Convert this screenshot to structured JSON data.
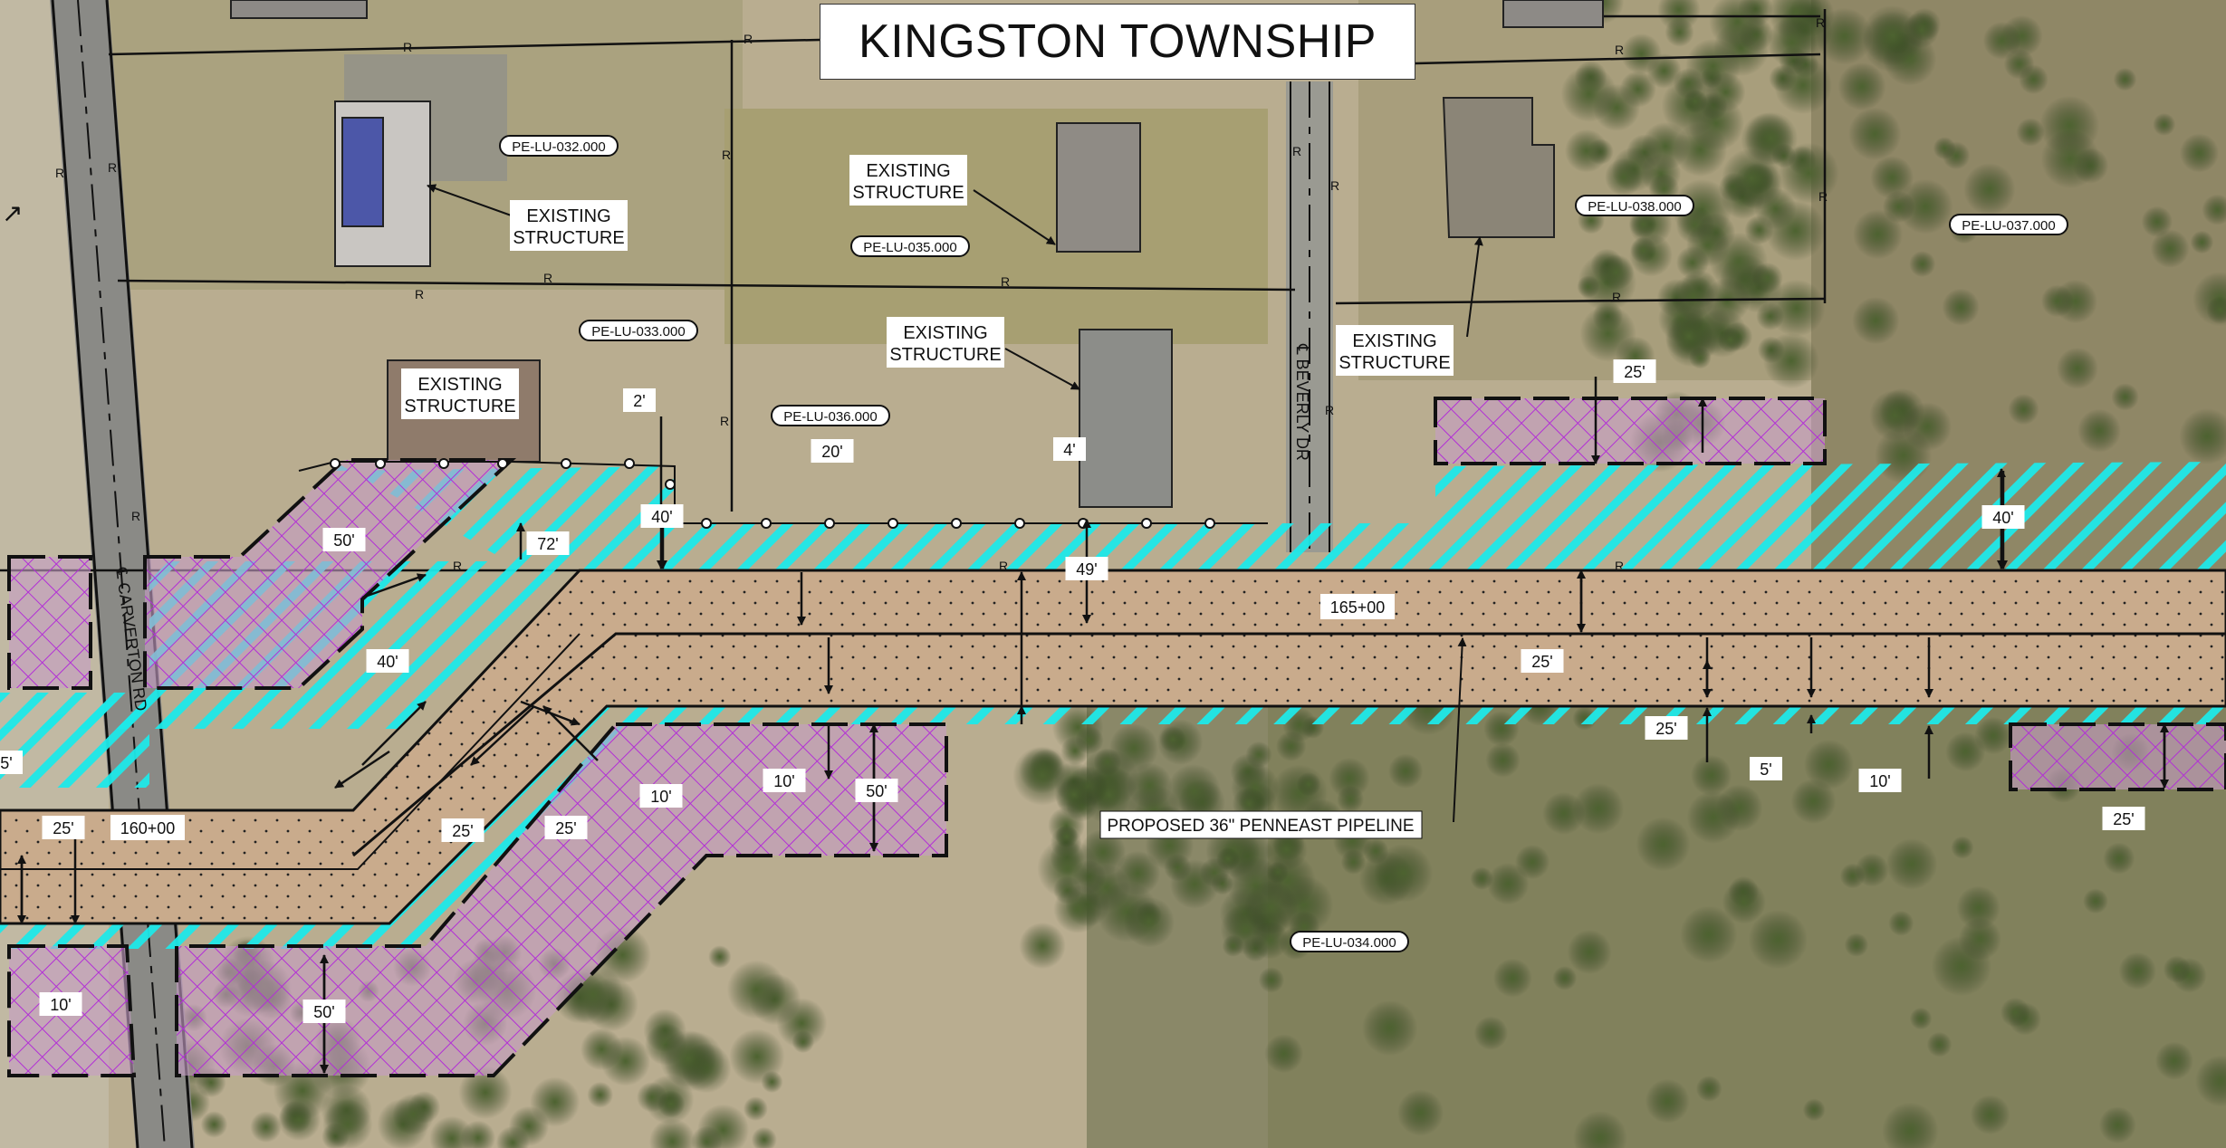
{
  "title": "KINGSTON TOWNSHIP",
  "roads": {
    "carverton": "℄ CARVERTON RD",
    "beverly": "℄ BEVERLY DR"
  },
  "structure_label": "EXISTING STRUCTURE",
  "parcels": [
    "PE-LU-032.000",
    "PE-LU-033.000",
    "PE-LU-034.000",
    "PE-LU-035.000",
    "PE-LU-036.000",
    "PE-LU-037.000",
    "PE-LU-038.000"
  ],
  "stations": [
    "160+00",
    "165+00"
  ],
  "pipeline_label": "PROPOSED 36\" PENNEAST PIPELINE",
  "row_symbol": "R",
  "dimensions": [
    "2'",
    "4'",
    "5'",
    "5'",
    "10'",
    "10'",
    "10'",
    "10'",
    "20'",
    "25'",
    "25'",
    "25'",
    "25'",
    "25'",
    "25'",
    "25'",
    "40'",
    "40'",
    "40'",
    "49'",
    "50'",
    "50'",
    "50'",
    "72'"
  ],
  "colors": {
    "corridor_fill": "#c9ab8c",
    "workspace_hatch": "#1ee8e8",
    "ate_crosshatch": "#b22fd6",
    "ate_fill": "#c69dc5",
    "linework": "#111111",
    "imagery_field": "#b9ad90",
    "imagery_forest": "#5e6f3e"
  }
}
